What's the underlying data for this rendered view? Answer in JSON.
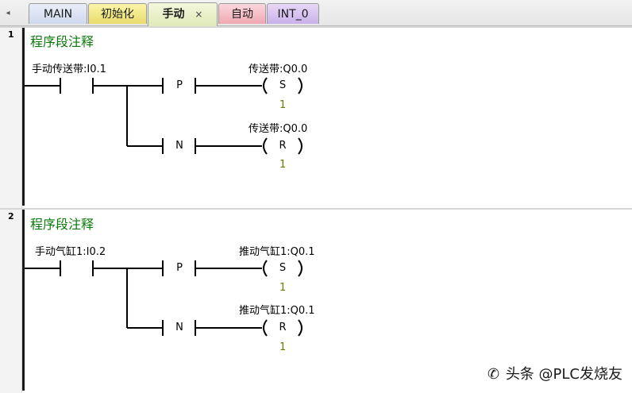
{
  "tabs": {
    "scroll_icon": "◂",
    "main": "MAIN",
    "init": "初始化",
    "manual": "手动",
    "manual_close": "×",
    "auto": "自动",
    "int0": "INT_0"
  },
  "networks": [
    {
      "number": "1",
      "comment": "程序段注释",
      "contact_label": "手动传送带:I0.1",
      "rungs": [
        {
          "edge": "P",
          "coil_label": "传送带:Q0.0",
          "coil": "S",
          "count": "1"
        },
        {
          "edge": "N",
          "coil_label": "传送带:Q0.0",
          "coil": "R",
          "count": "1"
        }
      ]
    },
    {
      "number": "2",
      "comment": "程序段注释",
      "contact_label": "手动气缸1:I0.2",
      "rungs": [
        {
          "edge": "P",
          "coil_label": "推动气缸1:Q0.1",
          "coil": "S",
          "count": "1"
        },
        {
          "edge": "N",
          "coil_label": "推动气缸1:Q0.1",
          "coil": "R",
          "count": "1"
        }
      ]
    }
  ],
  "watermark": {
    "icon": "✆",
    "text": "头条 @PLC发烧友"
  }
}
